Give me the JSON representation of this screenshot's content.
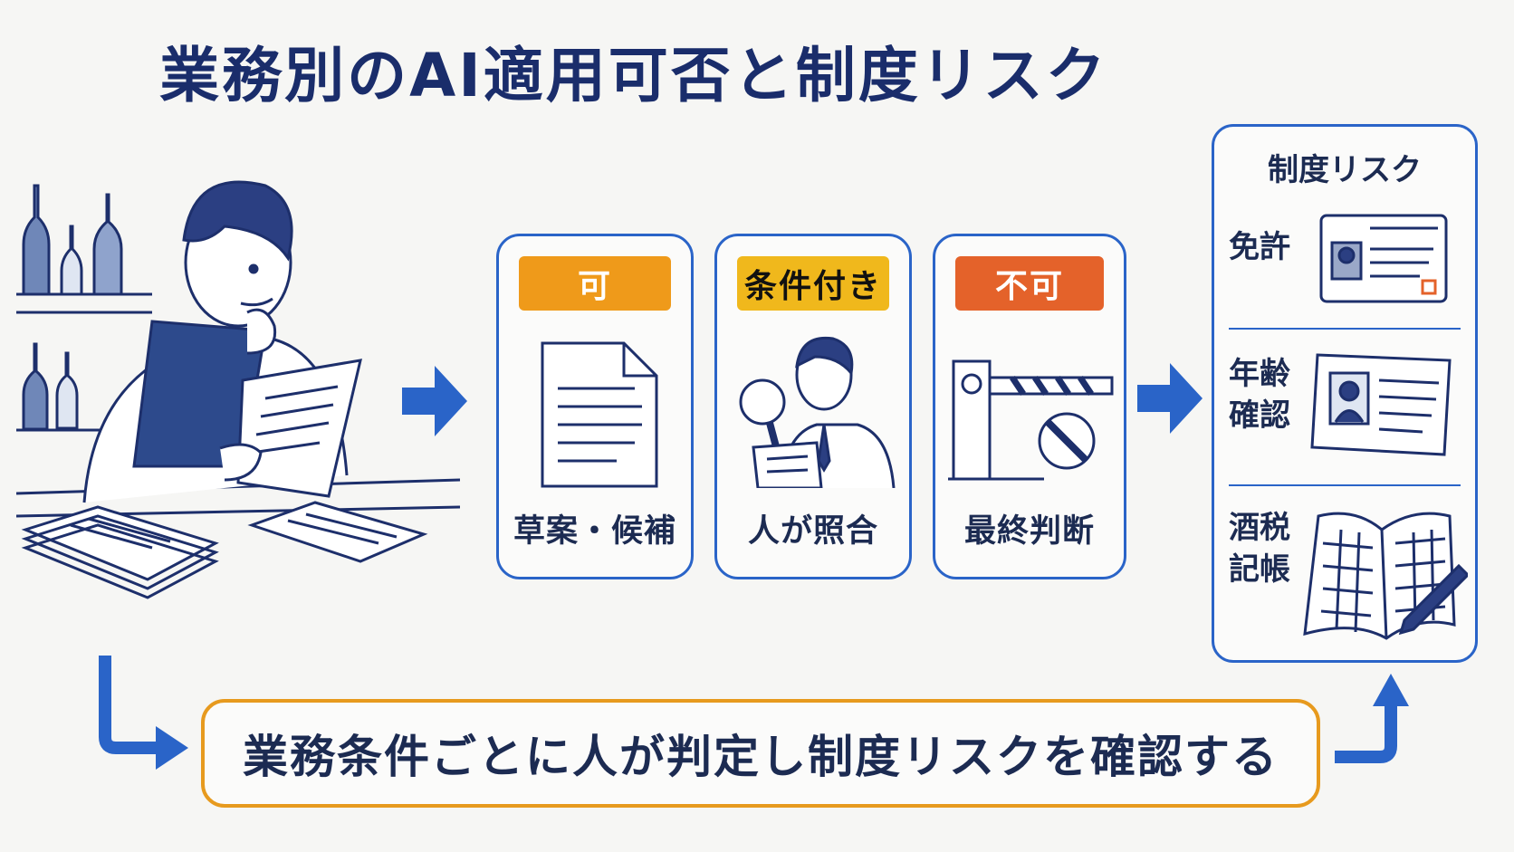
{
  "title": "業務別のAI適用可否と制度リスク",
  "categories": [
    {
      "badge": "可",
      "label": "草案・候補",
      "color": "#ef9a1a",
      "icon": "document-icon"
    },
    {
      "badge": "条件付き",
      "label": "人が照合",
      "color": "#f0b81c",
      "icon": "person-magnifier-icon"
    },
    {
      "badge": "不可",
      "label": "最終判断",
      "color": "#e4622a",
      "icon": "barrier-prohibited-icon"
    }
  ],
  "risk": {
    "title": "制度リスク",
    "items": [
      {
        "label": "免許",
        "icon": "license-card-icon"
      },
      {
        "label": "年齢確認",
        "icon": "id-card-icon"
      },
      {
        "label": "酒税記帳",
        "icon": "ledger-book-icon"
      }
    ]
  },
  "bottom": "業務条件ごとに人が判定し制度リスクを確認する",
  "colors": {
    "blue": "#2a64c8",
    "orange": "#e79a1e",
    "navy": "#1a2d6b"
  }
}
